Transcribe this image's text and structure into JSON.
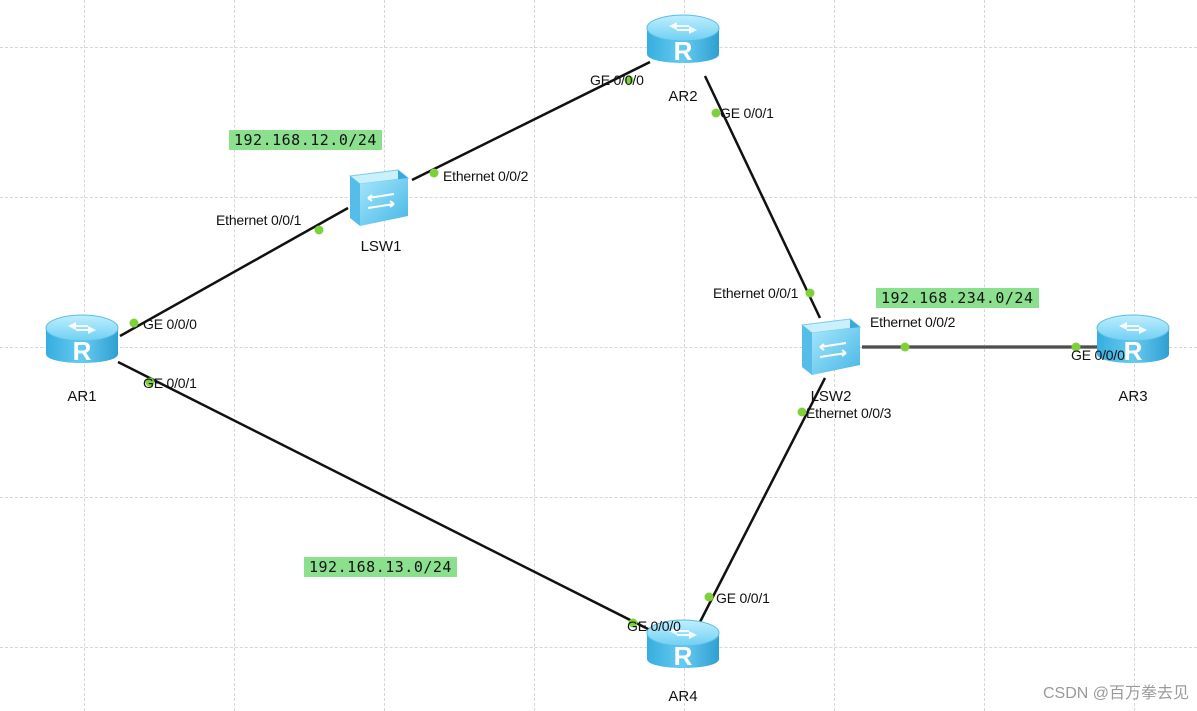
{
  "devices": {
    "ar1": {
      "label": "AR1"
    },
    "ar2": {
      "label": "AR2"
    },
    "ar3": {
      "label": "AR3"
    },
    "ar4": {
      "label": "AR4"
    },
    "lsw1": {
      "label": "LSW1"
    },
    "lsw2": {
      "label": "LSW2"
    }
  },
  "ports": {
    "ar1_ge000": "GE 0/0/0",
    "ar1_ge001": "GE 0/0/1",
    "lsw1_eth001": "Ethernet 0/0/1",
    "lsw1_eth002": "Ethernet 0/0/2",
    "ar2_ge000": "GE 0/0/0",
    "ar2_ge001": "GE 0/0/1",
    "lsw2_eth001": "Ethernet 0/0/1",
    "lsw2_eth002": "Ethernet 0/0/2",
    "lsw2_eth003": "Ethernet 0/0/3",
    "ar3_ge000": "GE 0/0/0",
    "ar4_ge001": "GE 0/0/1",
    "ar4_ge000": "GE 0/0/0"
  },
  "networks": {
    "net12": "192.168.12.0/24",
    "net234": "192.168.234.0/24",
    "net13": "192.168.13.0/24"
  },
  "watermark": "CSDN @百万拳去见",
  "colors": {
    "link": "#111111",
    "port_dot": "#7fd13b",
    "net_label_bg": "#8be08e",
    "router_body": "#5cc8ef",
    "switch_body": "#62c9ee"
  }
}
